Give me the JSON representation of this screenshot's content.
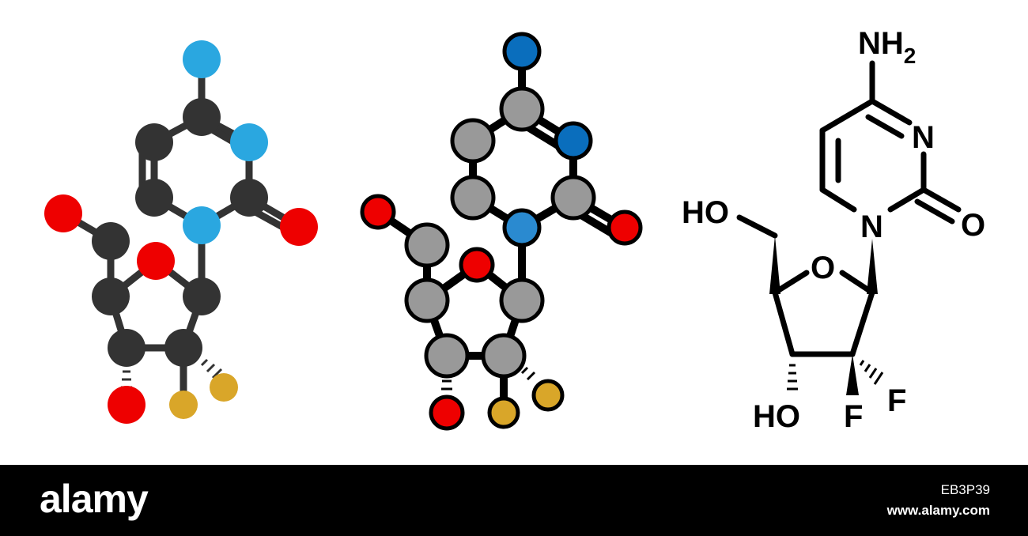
{
  "colors": {
    "carbon_dark": "#333333",
    "carbon_grey": "#999999",
    "nitrogen_light": "#2aa7e0",
    "nitrogen_dark": "#0a6ebd",
    "oxygen": "#ee0000",
    "fluorine": "#d9a629",
    "bond": "#000000",
    "footer_bg": "#000000",
    "footer_text": "#ffffff"
  },
  "structure": {
    "atom_labels": {
      "amino_n": "NH",
      "amino_sub": "2",
      "ring_n3": "N",
      "ring_n1": "N",
      "carbonyl_o": "O",
      "ring_o": "O",
      "hydroxymethyl": "HO",
      "hydroxyl": "HO",
      "fluorine_1": "F",
      "fluorine_2": "F"
    }
  },
  "footer": {
    "brand": "alamy",
    "image_id": "EB3P39",
    "url": "www.alamy.com"
  }
}
